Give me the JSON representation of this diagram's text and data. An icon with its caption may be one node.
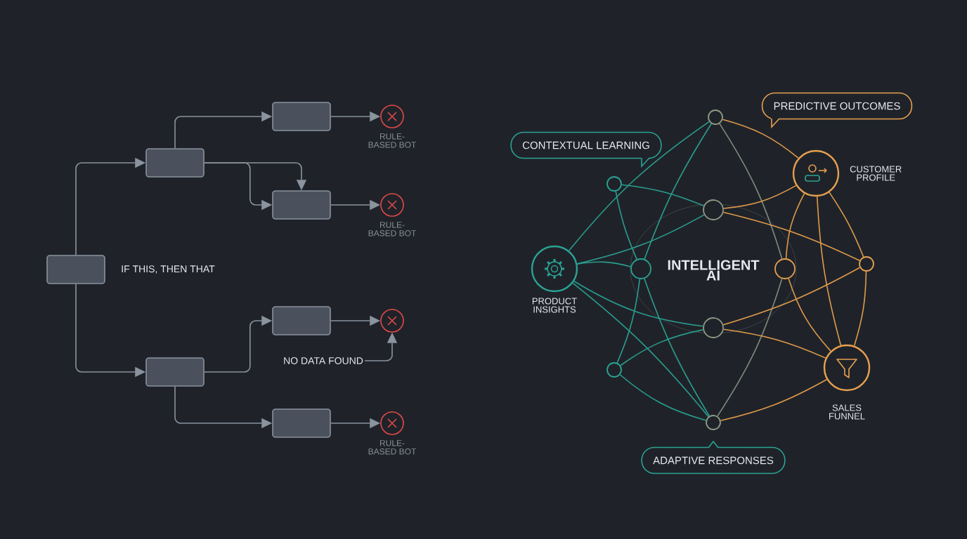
{
  "diagram": {
    "nodes": [
      {
        "text": [],
        "shape": "box",
        "beside": [
          "IF THIS, THEN THAT"
        ]
      },
      {
        "text": [],
        "shape": "box"
      },
      {
        "text": [],
        "shape": "box"
      },
      {
        "text": [],
        "shape": "box"
      },
      {
        "text": [],
        "shape": "box"
      },
      {
        "text": [],
        "shape": "box"
      },
      {
        "text": [],
        "shape": "box"
      },
      {
        "text": [],
        "shape": "circle",
        "beside": [
          "RULE-BASED BOT"
        ]
      },
      {
        "text": [],
        "shape": "circle",
        "beside": [
          "RULE-BASED BOT"
        ]
      },
      {
        "text": [],
        "shape": "circle"
      },
      {
        "text": [],
        "shape": "circle",
        "beside": [
          "RULE-BASED BOT"
        ]
      },
      {
        "text": [
          "NO DATA FOUND"
        ]
      },
      {
        "text": [
          "CONTEXTUAL LEARNING"
        ]
      },
      {
        "text": [
          "PREDICTIVE OUTCOMES"
        ]
      },
      {
        "text": [],
        "shape": "circle"
      },
      {
        "text": [],
        "shape": "circle"
      },
      {
        "text": [],
        "shape": "circle"
      },
      {
        "text": [
          "PRODUCT INSIGHTS"
        ]
      },
      {
        "text": [],
        "shape": "circle"
      },
      {
        "text": [],
        "shape": "circle"
      },
      {
        "text": [
          "CUSTOMER PROFILE"
        ]
      },
      {
        "text": [],
        "shape": "circle"
      },
      {
        "text": [],
        "shape": "circle"
      },
      {
        "text": [],
        "shape": "circle"
      },
      {
        "text": [
          "SALES FUNNEL"
        ]
      },
      {
        "text": [],
        "shape": "circle"
      },
      {
        "text": [
          "ADAPTIVE RESPONSES"
        ]
      }
    ],
    "edges": [
      {
        "from": 0,
        "to": 1,
        "arrow": "to"
      },
      {
        "from": 0,
        "to": 2,
        "arrow": "to"
      },
      {
        "from": 1,
        "to": 3,
        "arrow": "to"
      },
      {
        "from": 1,
        "to": 4,
        "arrow": "to"
      },
      {
        "from": 1,
        "to": 4,
        "arrow": "to"
      },
      {
        "from": 2,
        "to": 5,
        "arrow": "to"
      },
      {
        "from": 2,
        "to": 6,
        "arrow": "to"
      },
      {
        "from": 3,
        "to": 7,
        "arrow": "to"
      },
      {
        "from": 4,
        "to": 8,
        "arrow": "to"
      },
      {
        "from": 5,
        "to": 9,
        "arrow": "to"
      },
      {
        "from": 6,
        "to": 10,
        "arrow": "to"
      },
      {
        "from": 11,
        "to": 9,
        "arrow": "to"
      },
      {
        "from": 17,
        "to": 14,
        "arrow": "none",
        "color": "#2a9d8f"
      },
      {
        "from": 17,
        "to": 16,
        "arrow": "none",
        "color": "#2a9d8f"
      },
      {
        "from": 17,
        "to": 18,
        "arrow": "none",
        "color": "#2a9d8f"
      },
      {
        "from": 17,
        "to": 22,
        "arrow": "none",
        "color": "#2a9d8f"
      },
      {
        "from": 17,
        "to": 25,
        "arrow": "none",
        "color": "#2a9d8f"
      },
      {
        "from": 15,
        "to": 18,
        "arrow": "none",
        "color": "#2a9d8f"
      },
      {
        "from": 15,
        "to": 16,
        "arrow": "none",
        "color": "#2a9d8f"
      },
      {
        "from": 23,
        "to": 18,
        "arrow": "none",
        "color": "#2a9d8f"
      },
      {
        "from": 23,
        "to": 22,
        "arrow": "none",
        "color": "#2a9d8f"
      },
      {
        "from": 23,
        "to": 25,
        "arrow": "none",
        "color": "#2a9d8f"
      },
      {
        "from": 18,
        "to": 14,
        "arrow": "none",
        "color": "#2a9d8f"
      },
      {
        "from": 18,
        "to": 25,
        "arrow": "none",
        "color": "#2a9d8f"
      },
      {
        "from": 14,
        "to": 19,
        "arrow": "none",
        "color": "#7f8c7c"
      },
      {
        "from": 25,
        "to": 19,
        "arrow": "none",
        "color": "#7f8c7c"
      },
      {
        "from": 14,
        "to": 20,
        "arrow": "none",
        "color": "#e09a4a"
      },
      {
        "from": 16,
        "to": 20,
        "arrow": "none",
        "color": "#e09a4a"
      },
      {
        "from": 16,
        "to": 21,
        "arrow": "none",
        "color": "#e09a4a"
      },
      {
        "from": 22,
        "to": 21,
        "arrow": "none",
        "color": "#e09a4a"
      },
      {
        "from": 22,
        "to": 24,
        "arrow": "none",
        "color": "#e09a4a"
      },
      {
        "from": 25,
        "to": 24,
        "arrow": "none",
        "color": "#e09a4a"
      },
      {
        "from": 19,
        "to": 20,
        "arrow": "none",
        "color": "#e09a4a"
      },
      {
        "from": 19,
        "to": 24,
        "arrow": "none",
        "color": "#e09a4a"
      },
      {
        "from": 20,
        "to": 21,
        "arrow": "none",
        "color": "#e09a4a"
      },
      {
        "from": 20,
        "to": 24,
        "arrow": "none",
        "color": "#e09a4a"
      },
      {
        "from": 21,
        "to": 24,
        "arrow": "none",
        "color": "#e09a4a"
      }
    ],
    "labels": [
      "INTELLIGENT AI"
    ]
  }
}
